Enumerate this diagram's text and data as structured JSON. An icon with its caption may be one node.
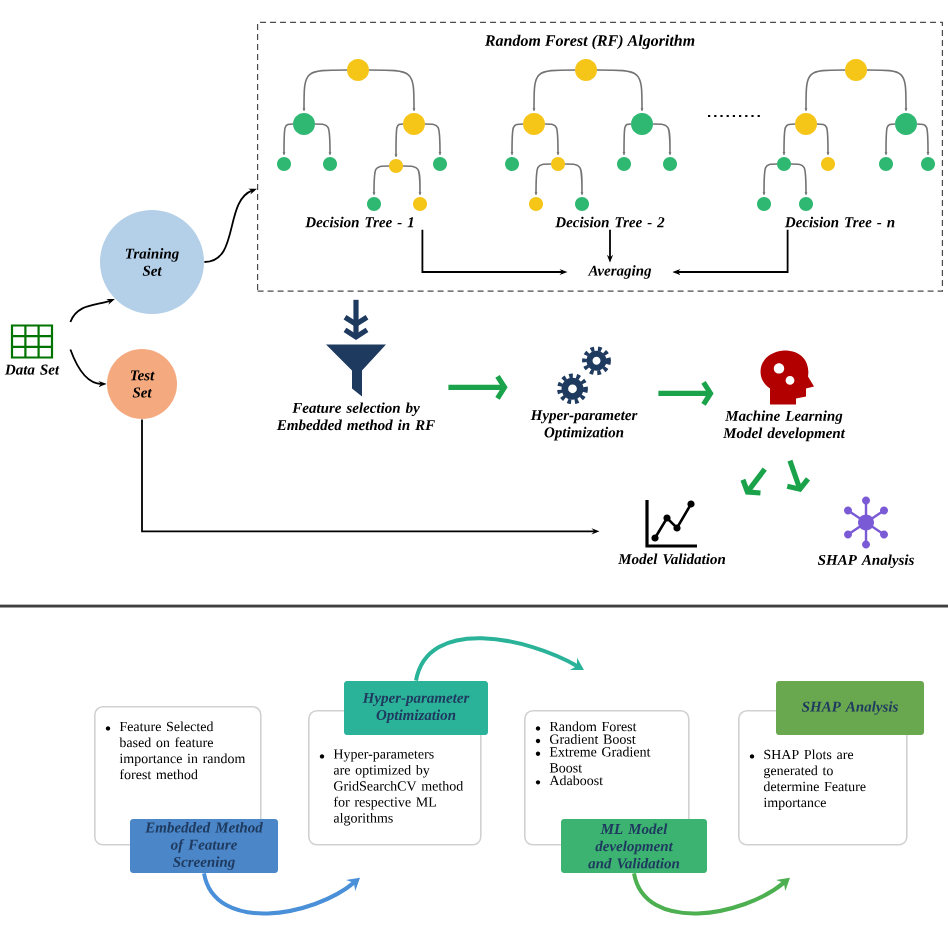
{
  "diagram": {
    "nodes": [
      {
        "text": [
          "Data Set"
        ]
      },
      {
        "text": [
          "Training Set"
        ]
      },
      {
        "text": [
          "Test Set"
        ]
      },
      {
        "text": [
          "Random Forest (RF) Algorithm"
        ]
      },
      {
        "text": [
          "Decision Tree - 1"
        ],
        "in": 3
      },
      {
        "text": [
          "Decision Tree - 2"
        ],
        "in": 3
      },
      {
        "text": [
          "Decision Tree - n"
        ],
        "in": 3
      },
      {
        "text": [
          "Averaging"
        ],
        "in": 3
      },
      {
        "text": [
          "Feature selection by Embedded method in RF"
        ]
      },
      {
        "text": [
          "Hyper-parameter Optimization"
        ]
      },
      {
        "text": [
          "Machine Learning Model development"
        ]
      },
      {
        "text": [
          "Model Validation"
        ]
      },
      {
        "text": [
          "SHAP Analysis"
        ]
      },
      {
        "text": [
          "Feature Selected based on feature importance in random forest method",
          "Embedded Method of Feature Screening"
        ]
      },
      {
        "text": [
          "Hyper-parameter Optimization",
          "Hyper-parameters are optimized by GridSearchCV method for respective ML algorithms"
        ]
      },
      {
        "text": [
          "Random Forest",
          "Gradient Boost",
          "Extreme Gradient Boost",
          "Adaboost",
          "ML Model development and Validation"
        ]
      },
      {
        "text": [
          "SHAP Analysis",
          "SHAP Plots are generated to determine Feature importance"
        ]
      }
    ],
    "edges": [
      {
        "from": 0,
        "to": 1,
        "arrow": "to"
      },
      {
        "from": 0,
        "to": 2,
        "arrow": "to"
      },
      {
        "from": 1,
        "to": 3,
        "arrow": "to"
      },
      {
        "from": 4,
        "to": 7,
        "arrow": "to"
      },
      {
        "from": 5,
        "to": 7,
        "arrow": "to"
      },
      {
        "from": 6,
        "to": 7,
        "arrow": "to"
      },
      {
        "from": 3,
        "to": 8,
        "arrow": "to",
        "color": "#1f3a5f"
      },
      {
        "from": 8,
        "to": 9,
        "arrow": "to",
        "color": "#1aa34a"
      },
      {
        "from": 9,
        "to": 10,
        "arrow": "to",
        "color": "#1aa34a"
      },
      {
        "from": 10,
        "to": 11,
        "arrow": "to",
        "color": "#1aa34a"
      },
      {
        "from": 10,
        "to": 12,
        "arrow": "to",
        "color": "#1aa34a"
      },
      {
        "from": 2,
        "to": 11,
        "arrow": "to"
      },
      {
        "from": 13,
        "to": 14,
        "arrow": "to",
        "color": "#4a90d9"
      },
      {
        "from": 14,
        "to": 15,
        "arrow": "to",
        "color": "#2bb39a"
      },
      {
        "from": 15,
        "to": 16,
        "arrow": "to",
        "color": "#4caf50"
      }
    ]
  }
}
